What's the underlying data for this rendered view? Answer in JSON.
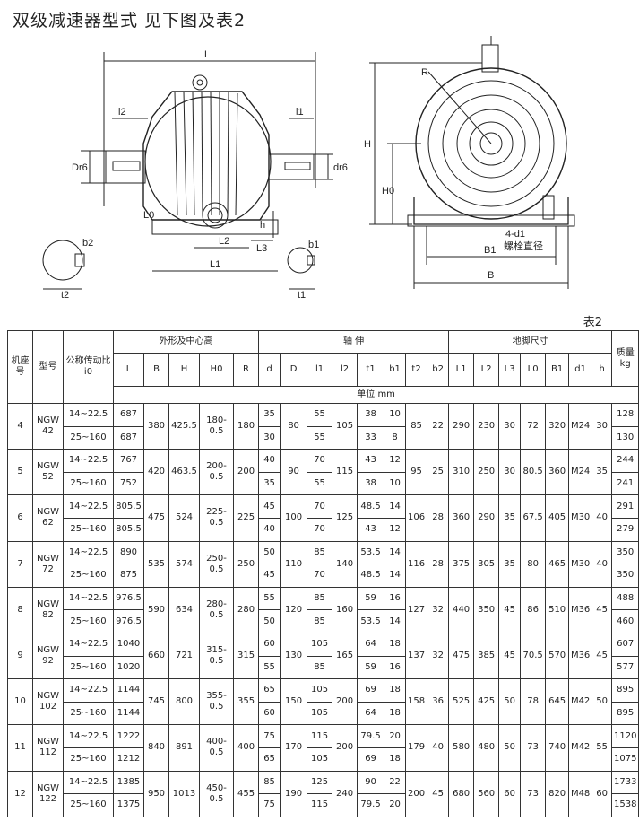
{
  "page": {
    "title": "双级减速器型式  见下图及表2",
    "table_label": "表2"
  },
  "drawing": {
    "side_labels": [
      "L",
      "l2",
      "l1",
      "Dr6",
      "dr6",
      "L0",
      "h",
      "L2",
      "L3",
      "L1",
      "b2",
      "t2",
      "b1",
      "t1"
    ],
    "front_labels": [
      "R",
      "H",
      "H0",
      "4-d1",
      "螺栓直径",
      "B1",
      "B"
    ]
  },
  "headers": {
    "jizuohao": "机座号",
    "xinghao": "型号",
    "gongcheng": "公称传动比i0",
    "waixing": "外形及中心高",
    "zhoushen": "轴    伸",
    "dijiao": "地脚尺寸",
    "zhiliang": "质量kg",
    "danwei": "单位 mm",
    "cols": {
      "L": "L",
      "B": "B",
      "H": "H",
      "H0": "H0",
      "R": "R",
      "d": "d",
      "D": "D",
      "l1": "l1",
      "l2": "l2",
      "t1": "t1",
      "b1": "b1",
      "t2": "t2",
      "b2": "b2",
      "L1": "L1",
      "L2": "L2",
      "L3": "L3",
      "L0": "L0",
      "B1": "B1",
      "d1": "d1",
      "h": "h"
    }
  },
  "rows": [
    {
      "seat": "4",
      "model": "NGW 42",
      "ratio": [
        "14~22.5",
        "25~160"
      ],
      "L": [
        "687",
        "687"
      ],
      "B": "380",
      "H": "425.5",
      "H0": "180-0.5",
      "R": "180",
      "d": [
        "35",
        "30"
      ],
      "D": "80",
      "l1": [
        "55",
        "55"
      ],
      "l2": "105",
      "t1": [
        "38",
        "33"
      ],
      "b1": [
        "10",
        "8"
      ],
      "t2": "85",
      "b2": "22",
      "L1": "290",
      "L2": "230",
      "L3": "30",
      "L0": "72",
      "B1": "320",
      "d1": "M24",
      "h": "30",
      "mass": [
        "128",
        "130"
      ]
    },
    {
      "seat": "5",
      "model": "NGW 52",
      "ratio": [
        "14~22.5",
        "25~160"
      ],
      "L": [
        "767",
        "752"
      ],
      "B": "420",
      "H": "463.5",
      "H0": "200-0.5",
      "R": "200",
      "d": [
        "40",
        "35"
      ],
      "D": "90",
      "l1": [
        "70",
        "55"
      ],
      "l2": "115",
      "t1": [
        "43",
        "38"
      ],
      "b1": [
        "12",
        "10"
      ],
      "t2": "95",
      "b2": "25",
      "L1": "310",
      "L2": "250",
      "L3": "30",
      "L0": "80.5",
      "B1": "360",
      "d1": "M24",
      "h": "35",
      "mass": [
        "244",
        "241"
      ]
    },
    {
      "seat": "6",
      "model": "NGW 62",
      "ratio": [
        "14~22.5",
        "25~160"
      ],
      "L": [
        "805.5",
        "805.5"
      ],
      "B": "475",
      "H": "524",
      "H0": "225-0.5",
      "R": "225",
      "d": [
        "45",
        "40"
      ],
      "D": "100",
      "l1": [
        "70",
        "70"
      ],
      "l2": "125",
      "t1": [
        "48.5",
        "43"
      ],
      "b1": [
        "14",
        "12"
      ],
      "t2": "106",
      "b2": "28",
      "L1": "360",
      "L2": "290",
      "L3": "35",
      "L0": "67.5",
      "B1": "405",
      "d1": "M30",
      "h": "40",
      "mass": [
        "291",
        "279"
      ]
    },
    {
      "seat": "7",
      "model": "NGW 72",
      "ratio": [
        "14~22.5",
        "25~160"
      ],
      "L": [
        "890",
        "875"
      ],
      "B": "535",
      "H": "574",
      "H0": "250-0.5",
      "R": "250",
      "d": [
        "50",
        "45"
      ],
      "D": "110",
      "l1": [
        "85",
        "70"
      ],
      "l2": "140",
      "t1": [
        "53.5",
        "48.5"
      ],
      "b1": [
        "14",
        "14"
      ],
      "t2": "116",
      "b2": "28",
      "L1": "375",
      "L2": "305",
      "L3": "35",
      "L0": "80",
      "B1": "465",
      "d1": "M30",
      "h": "40",
      "mass": [
        "350",
        "350"
      ]
    },
    {
      "seat": "8",
      "model": "NGW 82",
      "ratio": [
        "14~22.5",
        "25~160"
      ],
      "L": [
        "976.5",
        "976.5"
      ],
      "B": "590",
      "H": "634",
      "H0": "280-0.5",
      "R": "280",
      "d": [
        "55",
        "50"
      ],
      "D": "120",
      "l1": [
        "85",
        "85"
      ],
      "l2": "160",
      "t1": [
        "59",
        "53.5"
      ],
      "b1": [
        "16",
        "14"
      ],
      "t2": "127",
      "b2": "32",
      "L1": "440",
      "L2": "350",
      "L3": "45",
      "L0": "86",
      "B1": "510",
      "d1": "M36",
      "h": "45",
      "mass": [
        "488",
        "460"
      ]
    },
    {
      "seat": "9",
      "model": "NGW 92",
      "ratio": [
        "14~22.5",
        "25~160"
      ],
      "L": [
        "1040",
        "1020"
      ],
      "B": "660",
      "H": "721",
      "H0": "315-0.5",
      "R": "315",
      "d": [
        "60",
        "55"
      ],
      "D": "130",
      "l1": [
        "105",
        "85"
      ],
      "l2": "165",
      "t1": [
        "64",
        "59"
      ],
      "b1": [
        "18",
        "16"
      ],
      "t2": "137",
      "b2": "32",
      "L1": "475",
      "L2": "385",
      "L3": "45",
      "L0": "70.5",
      "B1": "570",
      "d1": "M36",
      "h": "45",
      "mass": [
        "607",
        "577"
      ]
    },
    {
      "seat": "10",
      "model": "NGW 102",
      "ratio": [
        "14~22.5",
        "25~160"
      ],
      "L": [
        "1144",
        "1144"
      ],
      "B": "745",
      "H": "800",
      "H0": "355-0.5",
      "R": "355",
      "d": [
        "65",
        "60"
      ],
      "D": "150",
      "l1": [
        "105",
        "105"
      ],
      "l2": "200",
      "t1": [
        "69",
        "64"
      ],
      "b1": [
        "18",
        "18"
      ],
      "t2": "158",
      "b2": "36",
      "L1": "525",
      "L2": "425",
      "L3": "50",
      "L0": "78",
      "B1": "645",
      "d1": "M42",
      "h": "50",
      "mass": [
        "895",
        "895"
      ]
    },
    {
      "seat": "11",
      "model": "NGW 112",
      "ratio": [
        "14~22.5",
        "25~160"
      ],
      "L": [
        "1222",
        "1212"
      ],
      "B": "840",
      "H": "891",
      "H0": "400-0.5",
      "R": "400",
      "d": [
        "75",
        "65"
      ],
      "D": "170",
      "l1": [
        "115",
        "105"
      ],
      "l2": "200",
      "t1": [
        "79.5",
        "69"
      ],
      "b1": [
        "20",
        "18"
      ],
      "t2": "179",
      "b2": "40",
      "L1": "580",
      "L2": "480",
      "L3": "50",
      "L0": "73",
      "B1": "740",
      "d1": "M42",
      "h": "55",
      "mass": [
        "1120",
        "1075"
      ]
    },
    {
      "seat": "12",
      "model": "NGW 122",
      "ratio": [
        "14~22.5",
        "25~160"
      ],
      "L": [
        "1385",
        "1375"
      ],
      "B": "950",
      "H": "1013",
      "H0": "450-0.5",
      "R": "455",
      "d": [
        "85",
        "75"
      ],
      "D": "190",
      "l1": [
        "125",
        "115"
      ],
      "l2": "240",
      "t1": [
        "90",
        "79.5"
      ],
      "b1": [
        "22",
        "20"
      ],
      "t2": "200",
      "b2": "45",
      "L1": "680",
      "L2": "560",
      "L3": "60",
      "L0": "73",
      "B1": "820",
      "d1": "M48",
      "h": "60",
      "mass": [
        "1733",
        "1538"
      ]
    }
  ]
}
